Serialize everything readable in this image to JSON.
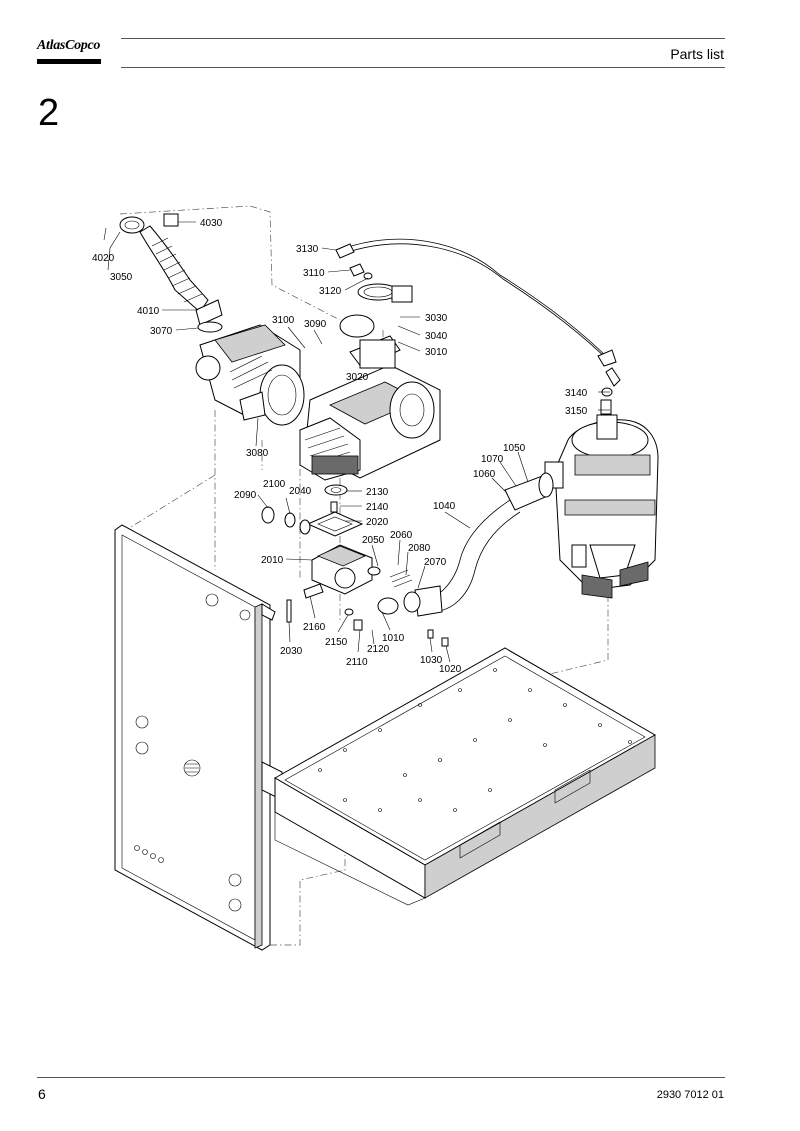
{
  "header": {
    "logo_text": "AtlasCopco",
    "title": "Parts list"
  },
  "section_number": "2",
  "footer": {
    "page_number": "6",
    "document_number": "2930 7012 01"
  },
  "callouts": {
    "c4030": "4030",
    "c4020": "4020",
    "c3050": "3050",
    "c4010": "4010",
    "c3070": "3070",
    "c3100": "3100",
    "c3090": "3090",
    "c3080": "3080",
    "c3130": "3130",
    "c3110": "3110",
    "c3120": "3120",
    "c3030": "3030",
    "c3040": "3040",
    "c3010": "3010",
    "c3020": "3020",
    "c3140": "3140",
    "c3150": "3150",
    "c1050": "1050",
    "c1070": "1070",
    "c1060": "1060",
    "c1040": "1040",
    "c2100": "2100",
    "c2090": "2090",
    "c2040": "2040",
    "c2130": "2130",
    "c2140": "2140",
    "c2020": "2020",
    "c2060": "2060",
    "c2050": "2050",
    "c2080": "2080",
    "c2070": "2070",
    "c2010": "2010",
    "c2160": "2160",
    "c2030": "2030",
    "c2150": "2150",
    "c2110": "2110",
    "c2120": "2120",
    "c1010": "1010",
    "c1030": "1030",
    "c1020": "1020"
  }
}
